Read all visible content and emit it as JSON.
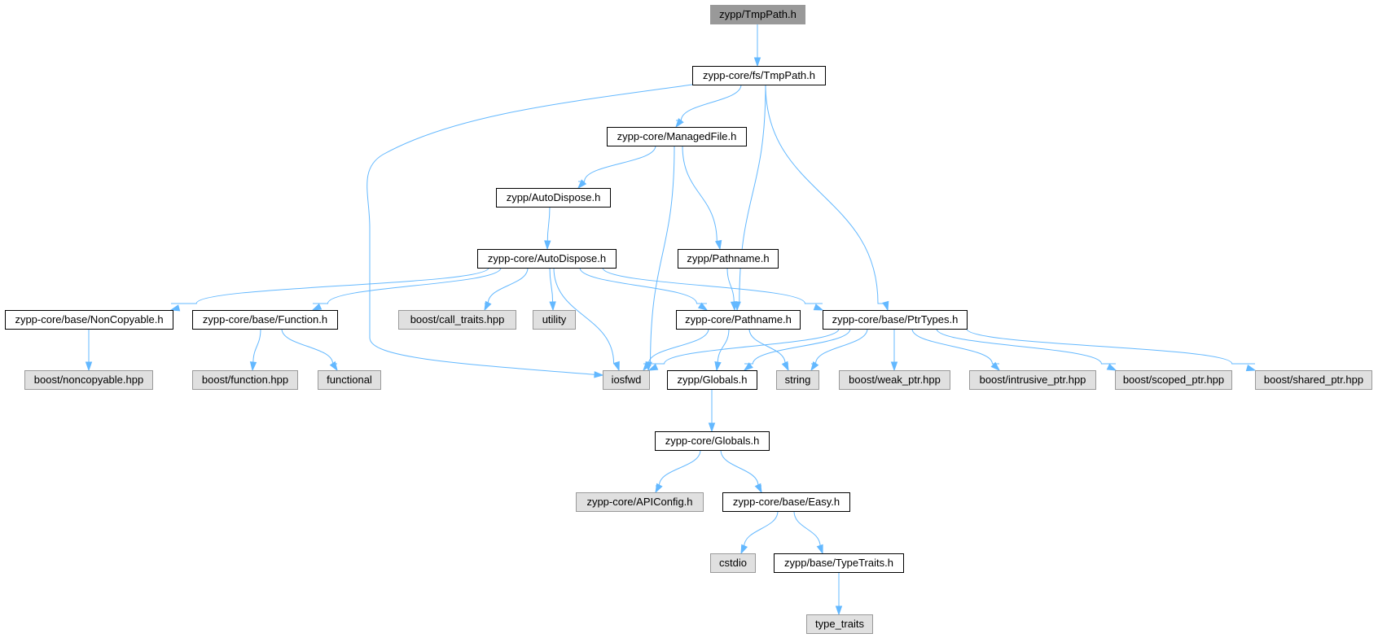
{
  "colors": {
    "root_fill": "#999999",
    "normal_fill": "#ffffff",
    "system_fill": "#e0e0e0",
    "normal_border": "#000000",
    "system_border": "#999999",
    "edge": "#63b8ff"
  },
  "nodes": [
    {
      "id": "zypp_tmppath",
      "label": "zypp/TmpPath.h",
      "kind": "root"
    },
    {
      "id": "fs_tmppath",
      "label": "zypp-core/fs/TmpPath.h",
      "kind": "normal"
    },
    {
      "id": "managedfile",
      "label": "zypp-core/ManagedFile.h",
      "kind": "normal"
    },
    {
      "id": "zypp_autodispose",
      "label": "zypp/AutoDispose.h",
      "kind": "normal"
    },
    {
      "id": "core_autodispose",
      "label": "zypp-core/AutoDispose.h",
      "kind": "normal"
    },
    {
      "id": "zypp_pathname",
      "label": "zypp/Pathname.h",
      "kind": "normal"
    },
    {
      "id": "noncopyable_h",
      "label": "zypp-core/base/NonCopyable.h",
      "kind": "normal"
    },
    {
      "id": "function_h",
      "label": "zypp-core/base/Function.h",
      "kind": "normal"
    },
    {
      "id": "call_traits",
      "label": "boost/call_traits.hpp",
      "kind": "system"
    },
    {
      "id": "utility",
      "label": "utility",
      "kind": "system"
    },
    {
      "id": "core_pathname",
      "label": "zypp-core/Pathname.h",
      "kind": "normal"
    },
    {
      "id": "ptrtypes",
      "label": "zypp-core/base/PtrTypes.h",
      "kind": "normal"
    },
    {
      "id": "noncopyable_hpp",
      "label": "boost/noncopyable.hpp",
      "kind": "system"
    },
    {
      "id": "function_hpp",
      "label": "boost/function.hpp",
      "kind": "system"
    },
    {
      "id": "functional",
      "label": "functional",
      "kind": "system"
    },
    {
      "id": "iosfwd",
      "label": "iosfwd",
      "kind": "system"
    },
    {
      "id": "zypp_globals",
      "label": "zypp/Globals.h",
      "kind": "normal"
    },
    {
      "id": "string",
      "label": "string",
      "kind": "system"
    },
    {
      "id": "weak_ptr",
      "label": "boost/weak_ptr.hpp",
      "kind": "system"
    },
    {
      "id": "intrusive_ptr",
      "label": "boost/intrusive_ptr.hpp",
      "kind": "system"
    },
    {
      "id": "scoped_ptr",
      "label": "boost/scoped_ptr.hpp",
      "kind": "system"
    },
    {
      "id": "shared_ptr",
      "label": "boost/shared_ptr.hpp",
      "kind": "system"
    },
    {
      "id": "core_globals",
      "label": "zypp-core/Globals.h",
      "kind": "normal"
    },
    {
      "id": "apiconfig",
      "label": "zypp-core/APIConfig.h",
      "kind": "system"
    },
    {
      "id": "easy",
      "label": "zypp-core/base/Easy.h",
      "kind": "normal"
    },
    {
      "id": "cstdio",
      "label": "cstdio",
      "kind": "system"
    },
    {
      "id": "typetraits_h",
      "label": "zypp/base/TypeTraits.h",
      "kind": "normal"
    },
    {
      "id": "type_traits",
      "label": "type_traits",
      "kind": "system"
    }
  ],
  "edges": [
    {
      "from": "zypp_tmppath",
      "to": "fs_tmppath"
    },
    {
      "from": "fs_tmppath",
      "to": "iosfwd"
    },
    {
      "from": "fs_tmppath",
      "to": "managedfile"
    },
    {
      "from": "fs_tmppath",
      "to": "core_pathname"
    },
    {
      "from": "fs_tmppath",
      "to": "ptrtypes"
    },
    {
      "from": "managedfile",
      "to": "zypp_autodispose"
    },
    {
      "from": "managedfile",
      "to": "iosfwd"
    },
    {
      "from": "managedfile",
      "to": "zypp_pathname"
    },
    {
      "from": "zypp_autodispose",
      "to": "core_autodispose"
    },
    {
      "from": "core_autodispose",
      "to": "noncopyable_h"
    },
    {
      "from": "core_autodispose",
      "to": "function_h"
    },
    {
      "from": "core_autodispose",
      "to": "call_traits"
    },
    {
      "from": "core_autodispose",
      "to": "utility"
    },
    {
      "from": "core_autodispose",
      "to": "iosfwd"
    },
    {
      "from": "core_autodispose",
      "to": "core_pathname"
    },
    {
      "from": "core_autodispose",
      "to": "ptrtypes"
    },
    {
      "from": "zypp_pathname",
      "to": "core_pathname"
    },
    {
      "from": "noncopyable_h",
      "to": "noncopyable_hpp"
    },
    {
      "from": "function_h",
      "to": "function_hpp"
    },
    {
      "from": "function_h",
      "to": "functional"
    },
    {
      "from": "core_pathname",
      "to": "iosfwd"
    },
    {
      "from": "core_pathname",
      "to": "zypp_globals"
    },
    {
      "from": "core_pathname",
      "to": "string"
    },
    {
      "from": "ptrtypes",
      "to": "iosfwd"
    },
    {
      "from": "ptrtypes",
      "to": "zypp_globals"
    },
    {
      "from": "ptrtypes",
      "to": "string"
    },
    {
      "from": "ptrtypes",
      "to": "weak_ptr"
    },
    {
      "from": "ptrtypes",
      "to": "intrusive_ptr"
    },
    {
      "from": "ptrtypes",
      "to": "scoped_ptr"
    },
    {
      "from": "ptrtypes",
      "to": "shared_ptr"
    },
    {
      "from": "zypp_globals",
      "to": "core_globals"
    },
    {
      "from": "core_globals",
      "to": "apiconfig"
    },
    {
      "from": "core_globals",
      "to": "easy"
    },
    {
      "from": "easy",
      "to": "cstdio"
    },
    {
      "from": "easy",
      "to": "typetraits_h"
    },
    {
      "from": "typetraits_h",
      "to": "type_traits"
    }
  ]
}
